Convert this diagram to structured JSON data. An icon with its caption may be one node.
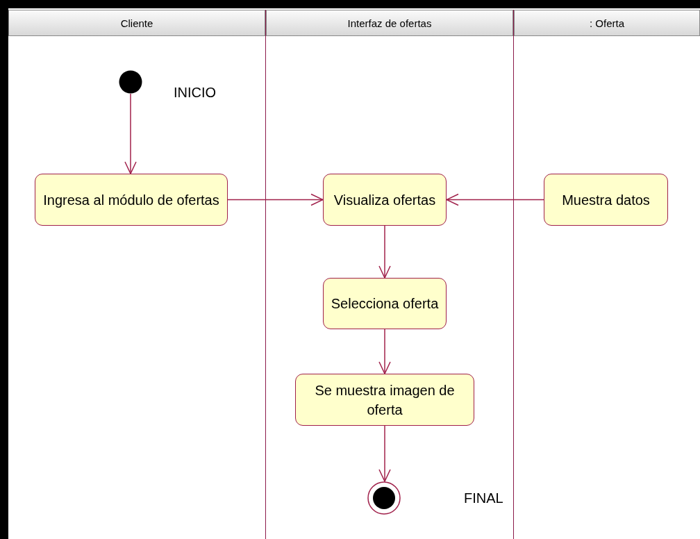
{
  "diagram": {
    "nodes": [
      {
        "text": [
          "Cliente"
        ]
      },
      {
        "text": [
          "Interfaz de ofertas"
        ]
      },
      {
        "text": [
          ": Oferta"
        ]
      },
      {
        "text": [],
        "shape": "circle",
        "in": 0,
        "beside": [
          "INICIO"
        ]
      },
      {
        "text": [
          "Ingresa al módulo de ofertas"
        ],
        "in": 0
      },
      {
        "text": [
          "Visualiza ofertas"
        ],
        "in": 1
      },
      {
        "text": [
          "Muestra datos"
        ],
        "in": 2
      },
      {
        "text": [
          "Selecciona oferta"
        ],
        "in": 1
      },
      {
        "text": [
          "Se muestra imagen de oferta"
        ],
        "in": 1
      },
      {
        "text": [],
        "shape": "bullseye",
        "in": 1
      }
    ],
    "labels": [
      "FINAL"
    ],
    "edges": [
      {
        "from": 3,
        "to": 4,
        "arrow": "to"
      },
      {
        "from": 4,
        "to": 5,
        "arrow": "to"
      },
      {
        "from": 6,
        "to": 5,
        "arrow": "to"
      },
      {
        "from": 5,
        "to": 7,
        "arrow": "to"
      },
      {
        "from": 7,
        "to": 8,
        "arrow": "to"
      },
      {
        "from": 8,
        "to": 9,
        "arrow": "to"
      }
    ]
  }
}
